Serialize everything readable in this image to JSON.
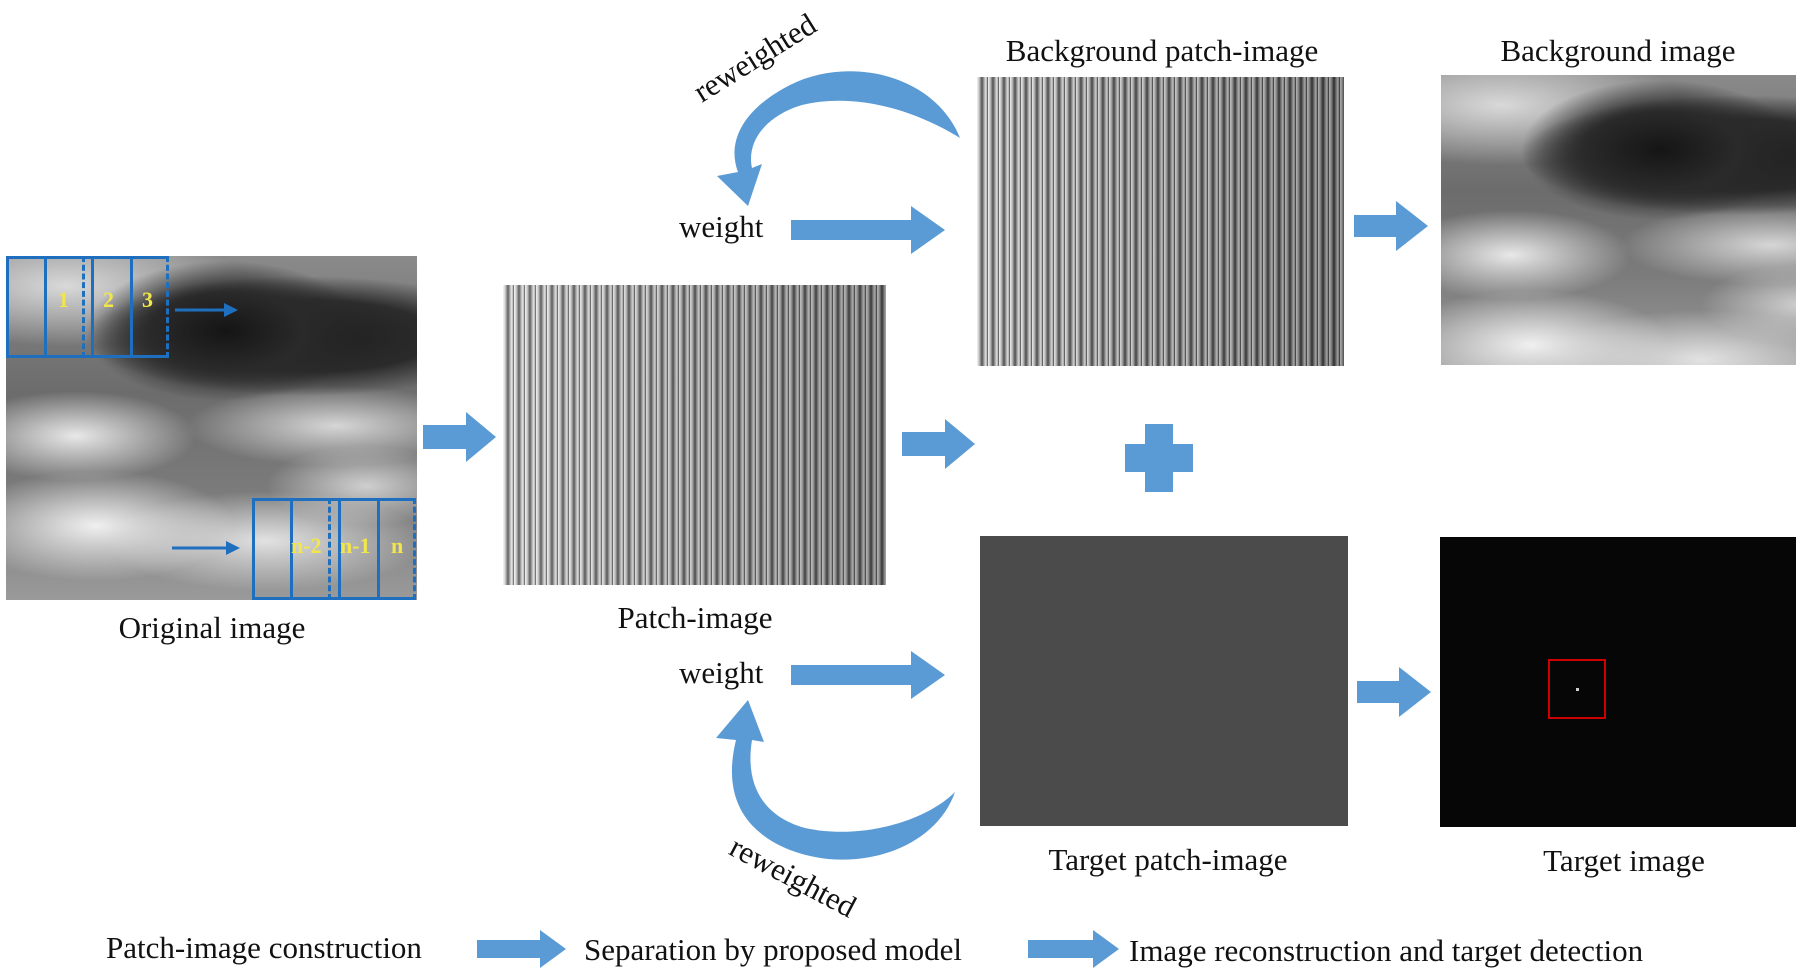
{
  "labels": {
    "original_image": "Original image",
    "patch_image": "Patch-image",
    "background_patch_image": "Background patch-image",
    "background_image": "Background image",
    "target_patch_image": "Target patch-image",
    "target_image": "Target image",
    "weight_top": "weight",
    "weight_bottom": "weight",
    "reweighted_top": "reweighted",
    "reweighted_bottom": "reweighted"
  },
  "patch_numbers": {
    "top": [
      "1",
      "2",
      "3"
    ],
    "bottom": [
      "n-2",
      "n-1",
      "n"
    ]
  },
  "pipeline": {
    "step1": "Patch-image  construction",
    "step2": "Separation by proposed model",
    "step3": "Image reconstruction and target detection"
  },
  "colors": {
    "arrow_blue": "#5b9bd5",
    "box_blue": "#1f6fbf",
    "patch_label_yellow": "#f2e64a",
    "target_box_red": "#cc0000"
  },
  "icons": {
    "plus": "plus-icon",
    "arrow": "right-arrow-icon",
    "curved_arrow": "curved-arrow-icon"
  }
}
